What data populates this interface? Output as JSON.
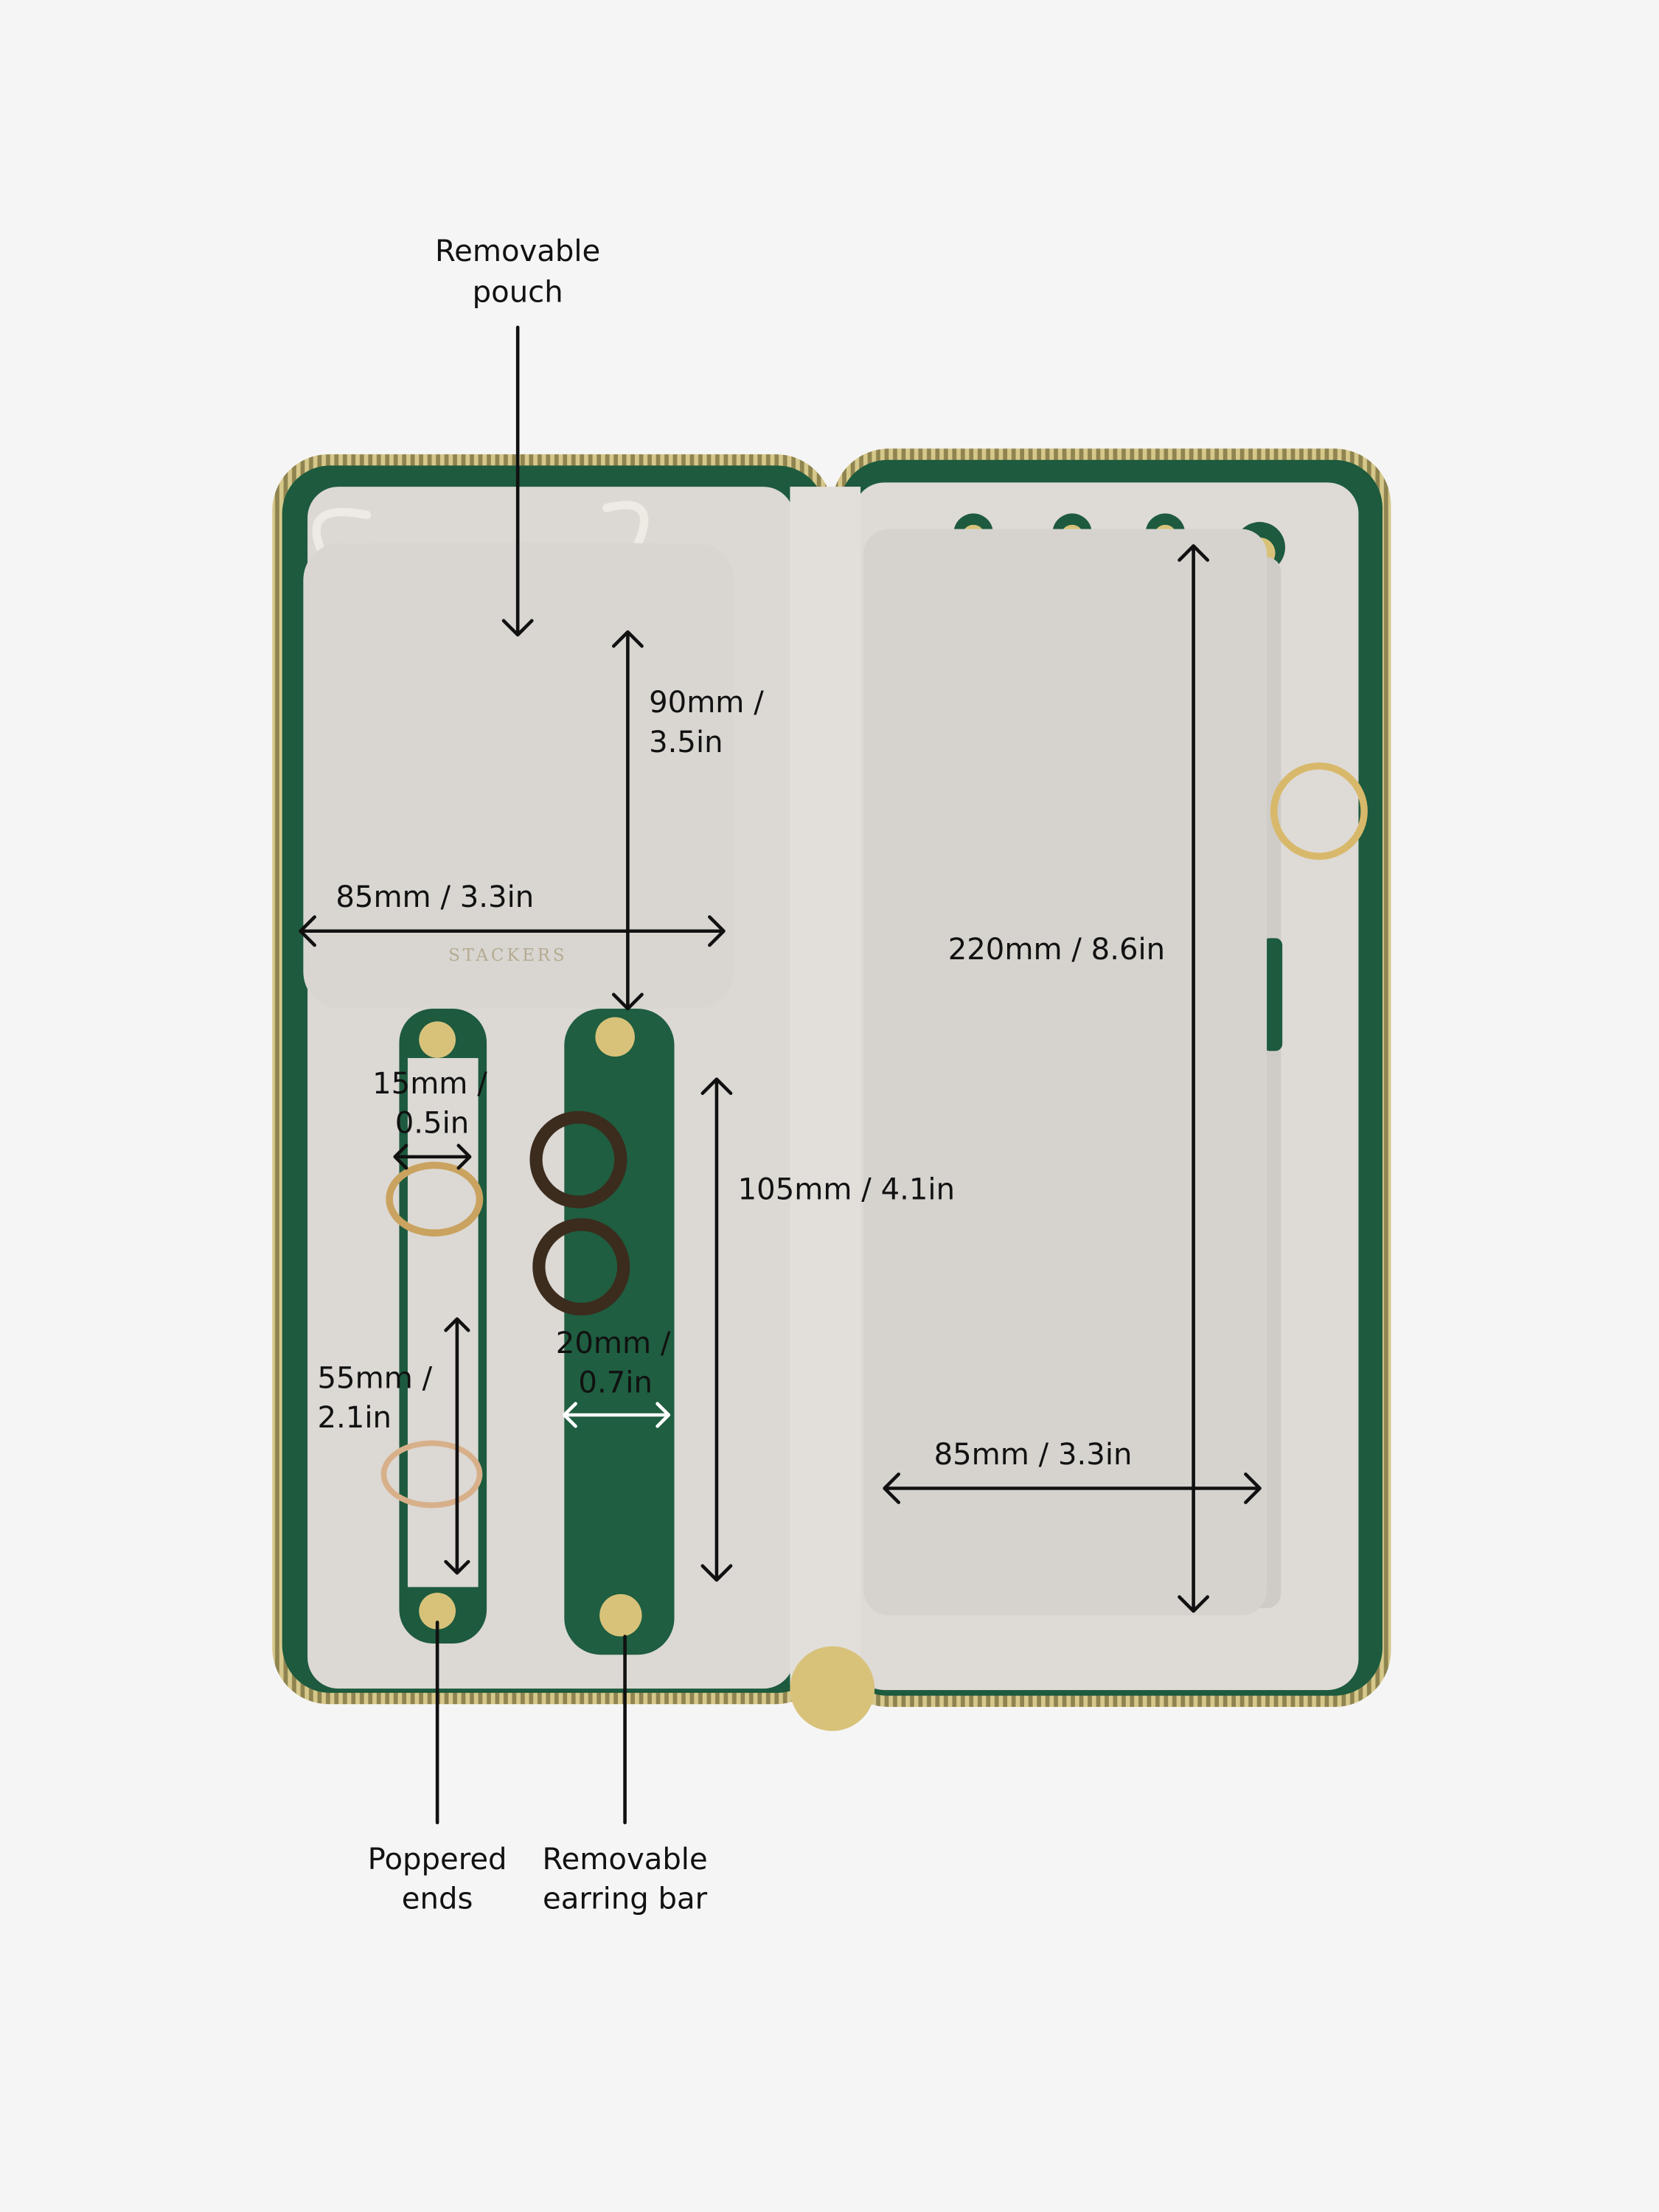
{
  "colors": {
    "background": "#f5f5f5",
    "case_green": "#1d5a3e",
    "lining": "#dcd8d4",
    "zipper_gold": "#b9a868",
    "snap_gold": "#d8c27a",
    "annotation": "#111111"
  },
  "brand": "STACKERS",
  "labels": {
    "pouch": [
      "Removable",
      "pouch"
    ],
    "pouch_height": [
      "90mm /",
      "3.5in"
    ],
    "pouch_width": "85mm / 3.3in",
    "pocket_height": "220mm / 8.6in",
    "ring_strap_width": [
      "15mm /",
      "0.5in"
    ],
    "earring_bar_length": "105mm / 4.1in",
    "ring_strap_length": [
      "55mm /",
      "2.1in"
    ],
    "earring_bar_width": [
      "20mm /",
      "0.7in"
    ],
    "pocket_width": "85mm / 3.3in",
    "poppered": [
      "Poppered",
      "ends"
    ],
    "earring_bar": [
      "Removable",
      "earring bar"
    ]
  }
}
